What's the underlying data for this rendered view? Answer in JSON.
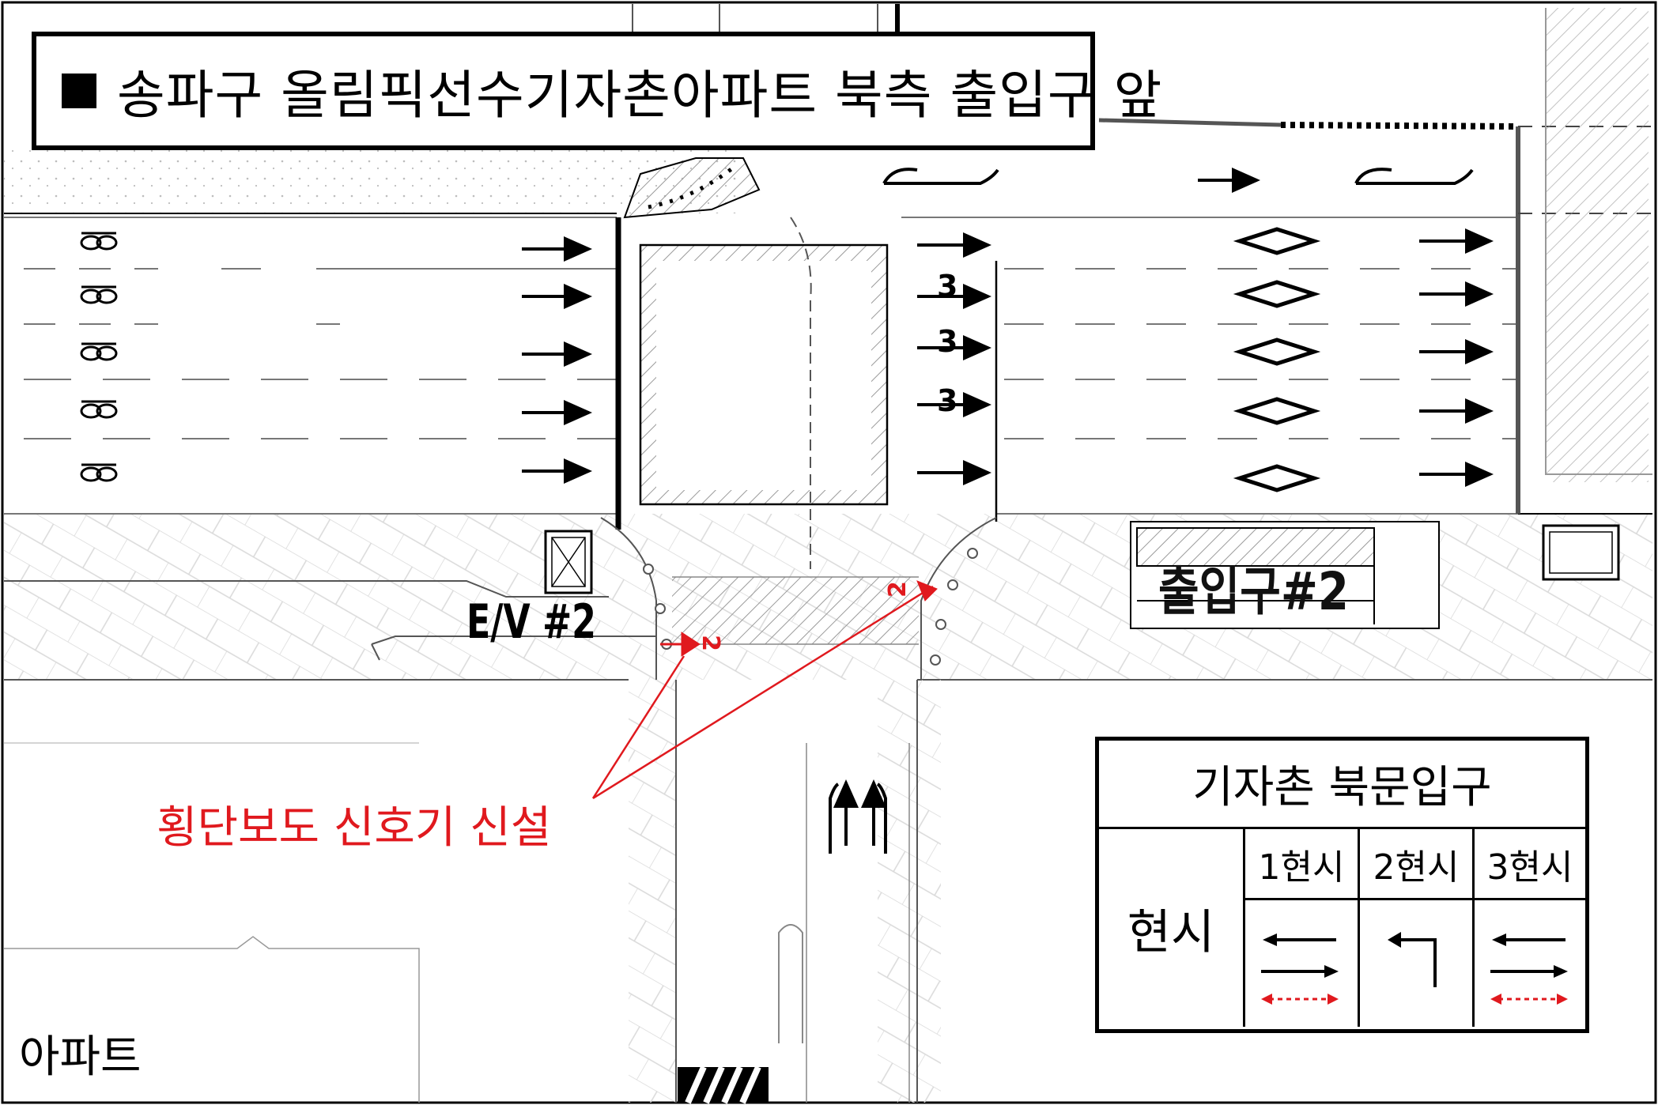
{
  "title": "송파구 올림픽선수기자촌아파트 북측 출입구 앞",
  "labels": {
    "ev": "E/V #2",
    "gate": "출입구#2",
    "note": "횡단보도 신호기 신설",
    "apartment": "아파트"
  },
  "lane_numbers": [
    "3",
    "3",
    "3"
  ],
  "signal_numbers": [
    "2",
    "2"
  ],
  "phase_table": {
    "title": "기자촌 북문입구",
    "row_label": "현시",
    "columns": [
      {
        "label": "1현시",
        "movements": [
          "left-arrow",
          "right-arrow",
          "pedestrian-bidirectional"
        ]
      },
      {
        "label": "2현시",
        "movements": [
          "left-turn-arrow"
        ]
      },
      {
        "label": "3현시",
        "movements": [
          "left-arrow",
          "right-arrow",
          "pedestrian-bidirectional"
        ]
      }
    ]
  },
  "colors": {
    "line": "#000000",
    "signal": "#e0191e",
    "paving": "#d9d9d9"
  }
}
